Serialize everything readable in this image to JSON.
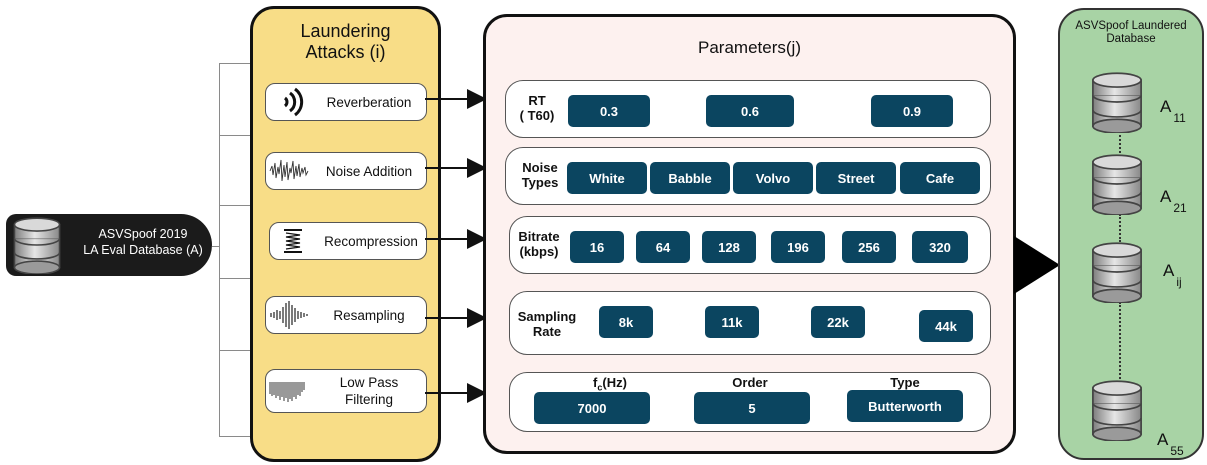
{
  "source": {
    "line1": "ASVSpoof 2019",
    "line2": "LA Eval Database (A)"
  },
  "attacks": {
    "title_line1": "Laundering",
    "title_line2": "Attacks (i)",
    "items": [
      {
        "label": "Reverberation",
        "icon": "reverberation-icon"
      },
      {
        "label": "Noise Addition",
        "icon": "noise-waveform-icon"
      },
      {
        "label": "Recompression",
        "icon": "spring-compress-icon"
      },
      {
        "label": "Resampling",
        "icon": "sample-waveform-icon"
      },
      {
        "label_line1": "Low Pass",
        "label_line2": "Filtering",
        "icon": "lowpass-waveform-icon"
      }
    ]
  },
  "parameters": {
    "title": "Parameters(j)",
    "rt": {
      "label_line1": "RT",
      "label_line2": "( T60)",
      "values": [
        "0.3",
        "0.6",
        "0.9"
      ]
    },
    "noise": {
      "label_line1": "Noise",
      "label_line2": "Types",
      "values": [
        "White",
        "Babble",
        "Volvo",
        "Street",
        "Cafe"
      ]
    },
    "bitrate": {
      "label_line1": "Bitrate",
      "label_line2": "(kbps)",
      "values": [
        "16",
        "64",
        "128",
        "196",
        "256",
        "320"
      ]
    },
    "sampling": {
      "label_line1": "Sampling",
      "label_line2": "Rate",
      "values": [
        "8k",
        "11k",
        "22k",
        "44k"
      ]
    },
    "lowpass": {
      "fc_main": "f",
      "fc_sub": "c",
      "fc_unit": "(Hz)",
      "order_head": "Order",
      "type_head": "Type",
      "values": [
        "7000",
        "5",
        "Butterworth"
      ]
    }
  },
  "output": {
    "title_line1": "ASVSpoof Laundered",
    "title_line2": "Database",
    "items": [
      {
        "letter": "A",
        "sub": "11"
      },
      {
        "letter": "A",
        "sub": "21"
      },
      {
        "letter": "A",
        "sub": "ij"
      },
      {
        "letter": "A",
        "sub": "55"
      }
    ]
  },
  "colors": {
    "attack_panel": "#f8dd87",
    "param_panel": "#fdf1ef",
    "chip": "#0b4560",
    "output_panel": "#a8d3a5",
    "source": "#1b1b1b"
  }
}
